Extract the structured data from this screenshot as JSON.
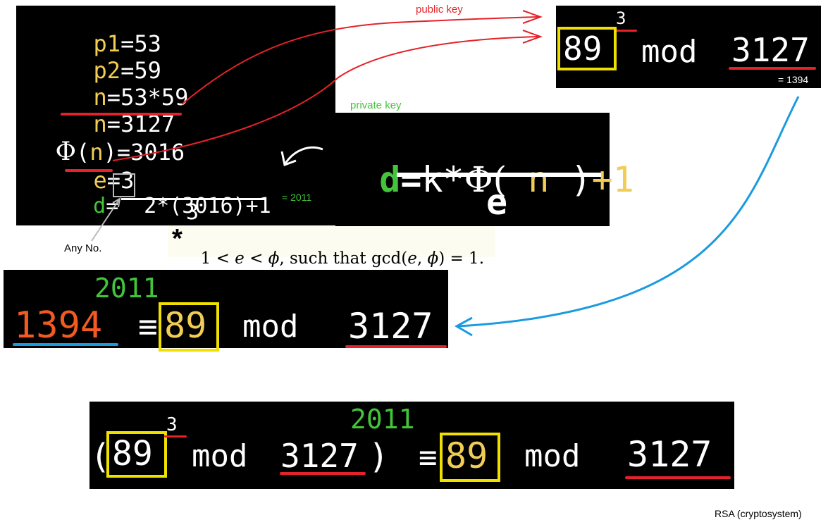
{
  "labels": {
    "public_key": "public key",
    "private_key": "private key",
    "any_no": "Any No.",
    "rsa_caption": "RSA (cryptosystem)",
    "eq_2011": "= 2011",
    "eq_1394": "= 1394"
  },
  "steps": {
    "p1_label": "p1",
    "p1_value": "=53",
    "p2_label": "p2",
    "p2_value": "=59",
    "n_label_1": "n",
    "n_expr": "=53*59",
    "n_label_2": "n",
    "n_value": "=3127",
    "phi_symbol": "Φ",
    "phi_open": "(",
    "phi_n": "n",
    "phi_close": ")=3016",
    "e_label": "e",
    "e_value": "=3",
    "d_label": "d",
    "d_eq": "= ",
    "d_k": "2",
    "d_numer_rest": "*(3016)+1",
    "d_denom": "3"
  },
  "formula": {
    "d": "d",
    "eq": "=",
    "k": "k*",
    "phi": "Φ(",
    "n": " n ",
    "close": ")",
    "plus": "+",
    "one": "1",
    "denom": "e"
  },
  "condition": {
    "star": "*",
    "text_a": "1 < ",
    "e1": "e",
    "text_b": " < ",
    "phi1": "ϕ",
    "text_c": ", such that gcd(",
    "e2": "e",
    "comma": ", ",
    "phi2": "ϕ",
    "text_d": ") = 1."
  },
  "encrypt": {
    "base": "89",
    "exp": "3",
    "mod": "mod",
    "modulus": "3127"
  },
  "decrypt": {
    "cipher": "1394",
    "exp": "2011",
    "congruent": "≡",
    "result": "89",
    "mod": "mod",
    "modulus": "3127"
  },
  "verify": {
    "open": "(",
    "base": "89",
    "exp": "3",
    "mod1": "mod",
    "modulus1": "3127",
    "close": ")",
    "outer_exp": "2011",
    "congruent": "≡",
    "result": "89",
    "mod2": "mod",
    "modulus2": "3127"
  },
  "colors": {
    "white": "#ffffff",
    "yellow_text": "#f2cd55",
    "green": "#43c43a",
    "orange": "#f25a22",
    "red": "#e5222a",
    "blue": "#1a9be0",
    "box_yellow": "#f0e000"
  }
}
